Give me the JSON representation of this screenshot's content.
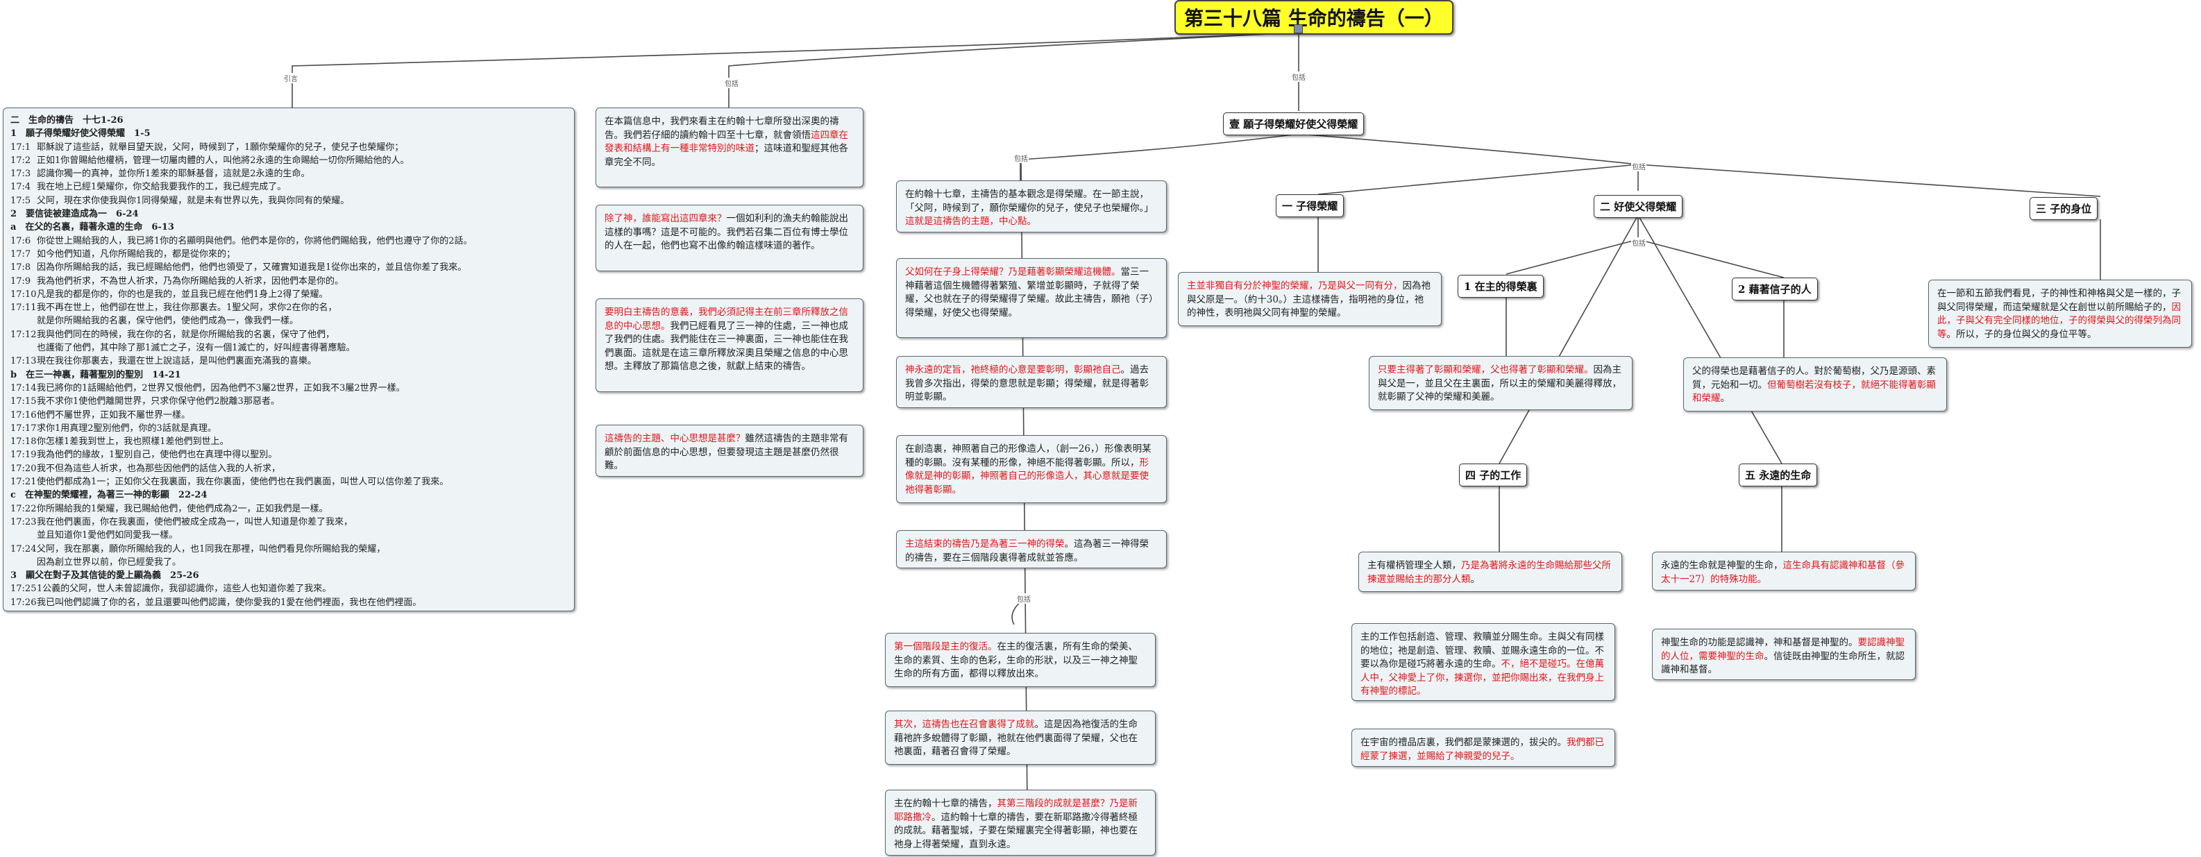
{
  "title": "第三十八篇 生命的禱告（一）",
  "edge_labels": {
    "yin_xu": "引言",
    "bao_kuo": "包括"
  },
  "outline": {
    "heading": "二　生命的禱告　十七1-26",
    "sections": [
      {
        "heading": "1　願子得榮耀好使父得榮耀　1-5",
        "lines": [
          {
            "ref": "17:1",
            "text": "耶穌說了這些話，就舉目望天說，父阿，時候到了，1願你榮耀你的兒子，使兒子也榮耀你；"
          },
          {
            "ref": "17:2",
            "text": "正如1你曾賜給他權柄，管理一切屬肉體的人，叫他將2永遠的生命賜給一切你所賜給他的人。"
          },
          {
            "ref": "17:3",
            "text": "認識你獨一的真神，並你所1差來的耶穌基督，這就是2永遠的生命。"
          },
          {
            "ref": "17:4",
            "text": "我在地上已經1榮耀你，你交給我要我作的工，我已經完成了。"
          },
          {
            "ref": "17:5",
            "text": "父阿，現在求你使我與你1同得榮耀，就是未有世界以先，我與你同有的榮耀。"
          }
        ]
      },
      {
        "heading": "2　要信徒被建造成為一　6-24",
        "lines": []
      },
      {
        "heading": "a　在父的名裏，藉著永遠的生命　6-13",
        "lines": [
          {
            "ref": "17:6",
            "text": "你從世上賜給我的人，我已將1你的名顯明與他們。他們本是你的，你將他們賜給我，他們也遵守了你的2話。"
          },
          {
            "ref": "17:7",
            "text": "如今他們知道，凡你所賜給我的，都是從你來的；"
          },
          {
            "ref": "17:8",
            "text": "因為你所賜給我的話，我已經賜給他們，他們也領受了，又確實知道我是1從你出來的，並且信你差了我來。"
          },
          {
            "ref": "17:9",
            "text": "我為他們祈求，不為世人祈求，乃為你所賜給我的人祈求，因他們本是你的。"
          },
          {
            "ref": "17:10",
            "text": "凡是我的都是你的，你的也是我的，並且我已經在他們1身上2得了榮耀。"
          },
          {
            "ref": "17:11",
            "text": "我不再在世上，他們卻在世上，我往你那裏去。1聖父阿，求你2在你的名，"
          },
          {
            "ref": "",
            "text": "就是你所賜給我的名裏，保守他們，使他們成為一，像我們一樣。"
          },
          {
            "ref": "17:12",
            "text": "我與他們同在的時候，我在你的名，就是你所賜給我的名裏，保守了他們，"
          },
          {
            "ref": "",
            "text": "也護衛了他們，其中除了那1滅亡之子，沒有一個1滅亡的，好叫經書得著應驗。"
          },
          {
            "ref": "17:13",
            "text": "現在我往你那裏去，我還在世上說這話，是叫他們裏面充滿我的喜樂。"
          }
        ]
      },
      {
        "heading": "b　在三一神裏，藉著聖別的聖別　14-21",
        "lines": [
          {
            "ref": "17:14",
            "text": "我已將你的1話賜給他們，2世界又恨他們，因為他們不3屬2世界，正如我不3屬2世界一樣。"
          },
          {
            "ref": "17:15",
            "text": "我不求你1使他們離開世界，只求你保守他們2脫離3那惡者。"
          },
          {
            "ref": "17:16",
            "text": "他們不屬世界，正如我不屬世界一樣。"
          },
          {
            "ref": "17:17",
            "text": "求你1用真理2聖別他們，你的3話就是真理。"
          },
          {
            "ref": "17:18",
            "text": "你怎樣1差我到世上，我也照樣1差他們到世上。"
          },
          {
            "ref": "17:19",
            "text": "我為他們的緣故，1聖別自己，使他們也在真理中得以聖別。"
          },
          {
            "ref": "17:20",
            "text": "我不但為這些人祈求，也為那些因他們的話信入我的人祈求，"
          },
          {
            "ref": "17:21",
            "text": "使他們都成為1一；正如你父在我裏面，我在你裏面，使他們也在我們裏面，叫世人可以信你差了我來。"
          }
        ]
      },
      {
        "heading": "c　在神聖的榮耀裡，為著三一神的彰顯　22-24",
        "lines": [
          {
            "ref": "17:22",
            "text": "你所賜給我的1榮耀，我已賜給他們，使他們成為2一，正如我們是一樣。"
          },
          {
            "ref": "17:23",
            "text": "我在他們裏面，你在我裏面，使他們被成全成為一，叫世人知道是你差了我來，"
          },
          {
            "ref": "",
            "text": "並且知道你1愛他們如同愛我一樣。"
          },
          {
            "ref": "17:24",
            "text": "父阿，我在那裏，願你所賜給我的人，也1同我在那裡，叫他們看見你所賜給我的榮耀，"
          },
          {
            "ref": "",
            "text": "因為創立世界以前，你已經愛我了。"
          }
        ]
      },
      {
        "heading": "3　顯父在對子及其信徒的愛上顯為義　25-26",
        "lines": [
          {
            "ref": "17:25",
            "text": "1公義的父阿，世人未曾認識你，我卻認識你，這些人也知道你差了我來。"
          },
          {
            "ref": "17:26",
            "text": "我已叫他們認識了你的名，並且還要叫他們認識，使你愛我的1愛在他們裡面，我也在他們裡面。"
          }
        ]
      }
    ]
  },
  "intro_box": [
    {
      "t": "在本篇信息中，我們來看主在約翰十七章所發出深奧的禱告。我們若仔細的讀約翰十四至十七章，就會領悟",
      "red": false
    },
    {
      "t": "這四章在發表和結構上有一種非常特別的味道",
      "red": true
    },
    {
      "t": "；這味道和聖經其他各章完全不同。",
      "red": false
    }
  ],
  "left_boxes": [
    [
      {
        "t": "除了神，誰能寫出這四章來？",
        "red": true
      },
      {
        "t": "一個如利利的漁夫約翰能說出這樣的事嗎？這是不可能的。我們若召集二百位有博士學位的人在一起，他們也寫不出像約翰這樣味道的著作。",
        "red": false
      }
    ],
    [
      {
        "t": "要明白主禱告的意義，我們必須記得主在前三章所釋放之信息的中心思想。",
        "red": true
      },
      {
        "t": "我們已經看見了三一神的住處，三一神也成了我們的住處。我們能住在三一神裏面，三一神也能住在我們裏面。這就是在這三章所釋放深奧且榮耀之信息的中心思想。主釋放了那篇信息之後，就獻上結束的禱告。",
        "red": false
      }
    ],
    [
      {
        "t": "這禱告的主題、中心思想是甚麼？",
        "red": true
      },
      {
        "t": "雖然這禱告的主題非常有顧於前面信息的中心思想，但要發現這主題是甚麼仍然很難。",
        "red": false
      }
    ]
  ],
  "center_boxes": [
    [
      {
        "t": "在約翰十七章，主禱告的基本觀念是得榮耀。在一節主說，「父阿，時候到了，願你榮耀你的兒子，使兒子也榮耀你。」",
        "red": false
      },
      {
        "t": "這就是這禱告的主題，中心點。",
        "red": true
      }
    ],
    [
      {
        "t": "父如何在子身上得榮耀？乃是藉著彰顯榮耀這機體。",
        "red": true
      },
      {
        "t": "當三一神藉著這個生機體得著繁殖、繁增並彰顯時，子就得了榮耀，父也就在子的得榮耀得了榮耀。故此主禱告，願祂（子）得榮耀，好使父也得榮耀。",
        "red": false
      }
    ],
    [
      {
        "t": "神永遠的定旨，祂終極的心意是要彰明，彰顯祂自己",
        "red": true
      },
      {
        "t": "。過去我曾多次指出，得榮的意思就是彰顯；得榮耀，就是得著彰明並彰顯。",
        "red": false
      }
    ],
    [
      {
        "t": "在創造裏，神照著自己的形像造人，（創一26，）形像表明某種的彰顯。沒有某種的形像，神絕不能得著彰顯。所以，",
        "red": false
      },
      {
        "t": "形像就是神的彰顯，神照著自己的形像造人，其心意就是要使祂得著彰顯。",
        "red": true
      }
    ],
    [
      {
        "t": "主這結束的禱告乃是為著三一神的得榮",
        "red": true
      },
      {
        "t": "。這為著三一神得榮的禱告，要在三個階段裏得著成就並答應。",
        "red": false
      }
    ],
    [
      {
        "t": "第一個階段是主的復活。",
        "red": true
      },
      {
        "t": "在主的復活裏，所有生命的榮美、生命的素質、生命的色彩，生命的形狀，以及三一神之神聖生命的所有方面，都得以釋放出來。",
        "red": false
      }
    ],
    [
      {
        "t": "其次，這禱告也在召會裏得了成就",
        "red": true
      },
      {
        "t": "。這是因為祂復活的生命藉祂許多蛻體得了彰顯，祂就在他們裏面得了榮耀，父也在祂裏面，藉著召會得了榮耀。",
        "red": false
      }
    ],
    [
      {
        "t": "主在約翰十七章的禱告，",
        "red": false
      },
      {
        "t": "其第三階段的成就是甚麼？乃是新耶路撒冷",
        "red": true
      },
      {
        "t": "。這約翰十七章的禱告，要在新耶路撒冷得著終極的成就。藉著聖城，子要在榮耀裏完全得著彰顯，神也要在祂身上得著榮耀，直到永遠。",
        "red": false
      }
    ]
  ],
  "headings": {
    "h1": "壹 願子得榮耀好使父得榮耀",
    "h_yi": "一 子得榮耀",
    "h_er": "二 好使父得榮耀",
    "h_san": "三 子的身位",
    "h_a": "1 在主的得榮裏",
    "h_b": "2 藉著信子的人",
    "h_si": "四 子的工作",
    "h_wu": "五 永遠的生命"
  },
  "boxes_right": {
    "zi_rongyao": [
      {
        "t": "主並非獨自有分於神聖的榮耀，乃是與父一同有分，",
        "red": true
      },
      {
        "t": "因為祂與父原是一。（約十30。）主這樣禱告，指明祂的身位，祂的神性，表明祂與父同有神聖的榮耀。",
        "red": false
      }
    ],
    "zi_shenwei": [
      {
        "t": "在一節和五節我們看見，子的神性和神格與父是一樣的，子與父同得榮耀，而這榮耀就是父在創世以前所賜給子的，",
        "red": false
      },
      {
        "t": "因此，子與父有完全同樣的地位，子的得榮與父的得榮列為同等",
        "red": true
      },
      {
        "t": "。所以，子的身位與父的身位平等。",
        "red": false
      }
    ],
    "zhu_de_rong": [
      {
        "t": "只要主得著了彰顯和榮耀，父也得著了彰顯和榮耀。",
        "red": true
      },
      {
        "t": "因為主與父是一，並且父在主裏面，所以主的榮耀和美麗得釋放，就彰顯了父神的榮耀和美麗。",
        "red": false
      }
    ],
    "xin_zi": [
      {
        "t": "父的得榮也是藉著信子的人。對於葡萄樹，父乃是源頭、素質，元始和一切。",
        "red": false
      },
      {
        "t": "但葡萄樹若沒有枝子，就絕不能得著彰顯和榮耀",
        "red": true
      },
      {
        "t": "。",
        "red": false
      }
    ],
    "gongzuo1": [
      {
        "t": "主有權柄管理全人類，",
        "red": false
      },
      {
        "t": "乃是為著將永遠的生命賜給那些父所揀選並賜給主的那分人類",
        "red": true
      },
      {
        "t": "。",
        "red": false
      }
    ],
    "gongzuo2": [
      {
        "t": "主的工作包括創造、管理、救贖並分賜生命。主與父有同樣的地位；祂是創造、管理、救贖、並賜永遠生命的一位。不要以為你是碰巧將著永遠的生命。",
        "red": false
      },
      {
        "t": "不，絕不是碰巧。在億萬人中，父神愛上了你，揀選你，並把你賜出來，在我們身上有神聖的標記。",
        "red": true
      }
    ],
    "gongzuo3": [
      {
        "t": "在宇宙的禮品店裏，我們都是蒙揀選的，拔尖的。",
        "red": false
      },
      {
        "t": "我們都已經蒙了揀選，並賜給了神親愛的兒子。",
        "red": true
      }
    ],
    "yongyuan1": [
      {
        "t": "永遠的生命就是神聖的生命，",
        "red": false
      },
      {
        "t": "這生命具有認識神和基督（參太十一27）的特殊功能。",
        "red": true
      }
    ],
    "yongyuan2": [
      {
        "t": "神聖生命的功能是認識神，神和基督是神聖的。",
        "red": false
      },
      {
        "t": "要認識神聖的人位，需要神聖的生命",
        "red": true
      },
      {
        "t": "。信徒既由神聖的生命所生，就認識神和基督。",
        "red": false
      }
    ]
  },
  "colors": {
    "title_bg": "#ffff2a",
    "box_bg": "#eef4f6",
    "red_text": "#e0151b",
    "line": "#4a4a4a"
  }
}
